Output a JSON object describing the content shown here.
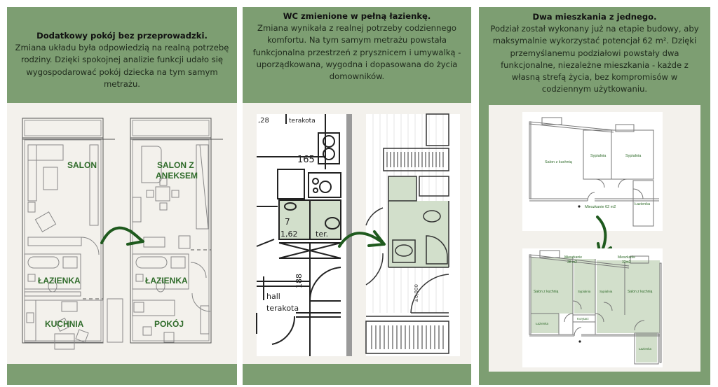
{
  "colors": {
    "panel_green": "#7d9e72",
    "stage_bg": "#f3f1ec",
    "label_green": "#2f6b2a",
    "room_tint": "#d2dfcb",
    "arrow_green": "#1f5a1e"
  },
  "panels": [
    {
      "title": "Dodatkowy pokój bez przeprowadzki.",
      "body": "Zmiana układu była odpowiedzią na realną potrzebę rodziny. Dzięki spokojnej analizie funkcji udało się wygospodarować pokój dziecka na tym samym metrażu.",
      "before_plan": {
        "rooms": [
          "SALON",
          "ŁAZIENKA",
          "KUCHNIA"
        ]
      },
      "after_plan": {
        "rooms": [
          "SALON Z",
          "ANEKSEM",
          "ŁAZIENKA",
          "POKÓJ"
        ]
      },
      "arrow_icon": "curved-arrow-right"
    },
    {
      "title": "WC zmienione w pełną łazienkę.",
      "body": "Zmiana wynikała z realnej potrzeby codziennego komfortu. Na tym samym metrażu powstała funkcjonalna przestrzeń z prysznicem i umywalką - uporządkowana, wygodna i dopasowana do życia domowników.",
      "before_plan": {
        "labels": [
          "165",
          "7",
          "1,62",
          "ter.",
          "hall",
          "terakota",
          "188",
          ",28",
          "terakota"
        ]
      },
      "after_plan": {
        "labels": [
          "±0,000"
        ]
      },
      "arrow_icon": "curved-arrow-right"
    },
    {
      "title": "Dwa mieszkania z jednego.",
      "body": "Podział został wykonany już na etapie budowy, aby maksymalnie wykorzystać potencjał 62 m². Dzięki przemyślanemu podziałowi powstały dwa funkcjonalne, niezależne mieszkania - każde z własną strefą życia, bez kompromisów w codziennym użytkowaniu.",
      "before_plan": {
        "rooms": [
          "Salon z kuchnią",
          "Sypialnia",
          "Sypialnia",
          "Łazienka"
        ],
        "unit": "Mieszkanie 62 m2"
      },
      "after_plan": {
        "rooms": [
          "Salon z kuchnią",
          "Sypialnia",
          "Sypialnia",
          "Salon z kuchnią",
          "Łazienka",
          "Korytarz",
          "Łazienka"
        ],
        "unit_a": [
          "Mieszkanie",
          "28 m2"
        ],
        "unit_b": [
          "Mieszkanie",
          "32m2"
        ]
      },
      "arrow_icon": "curved-arrow-down"
    }
  ]
}
